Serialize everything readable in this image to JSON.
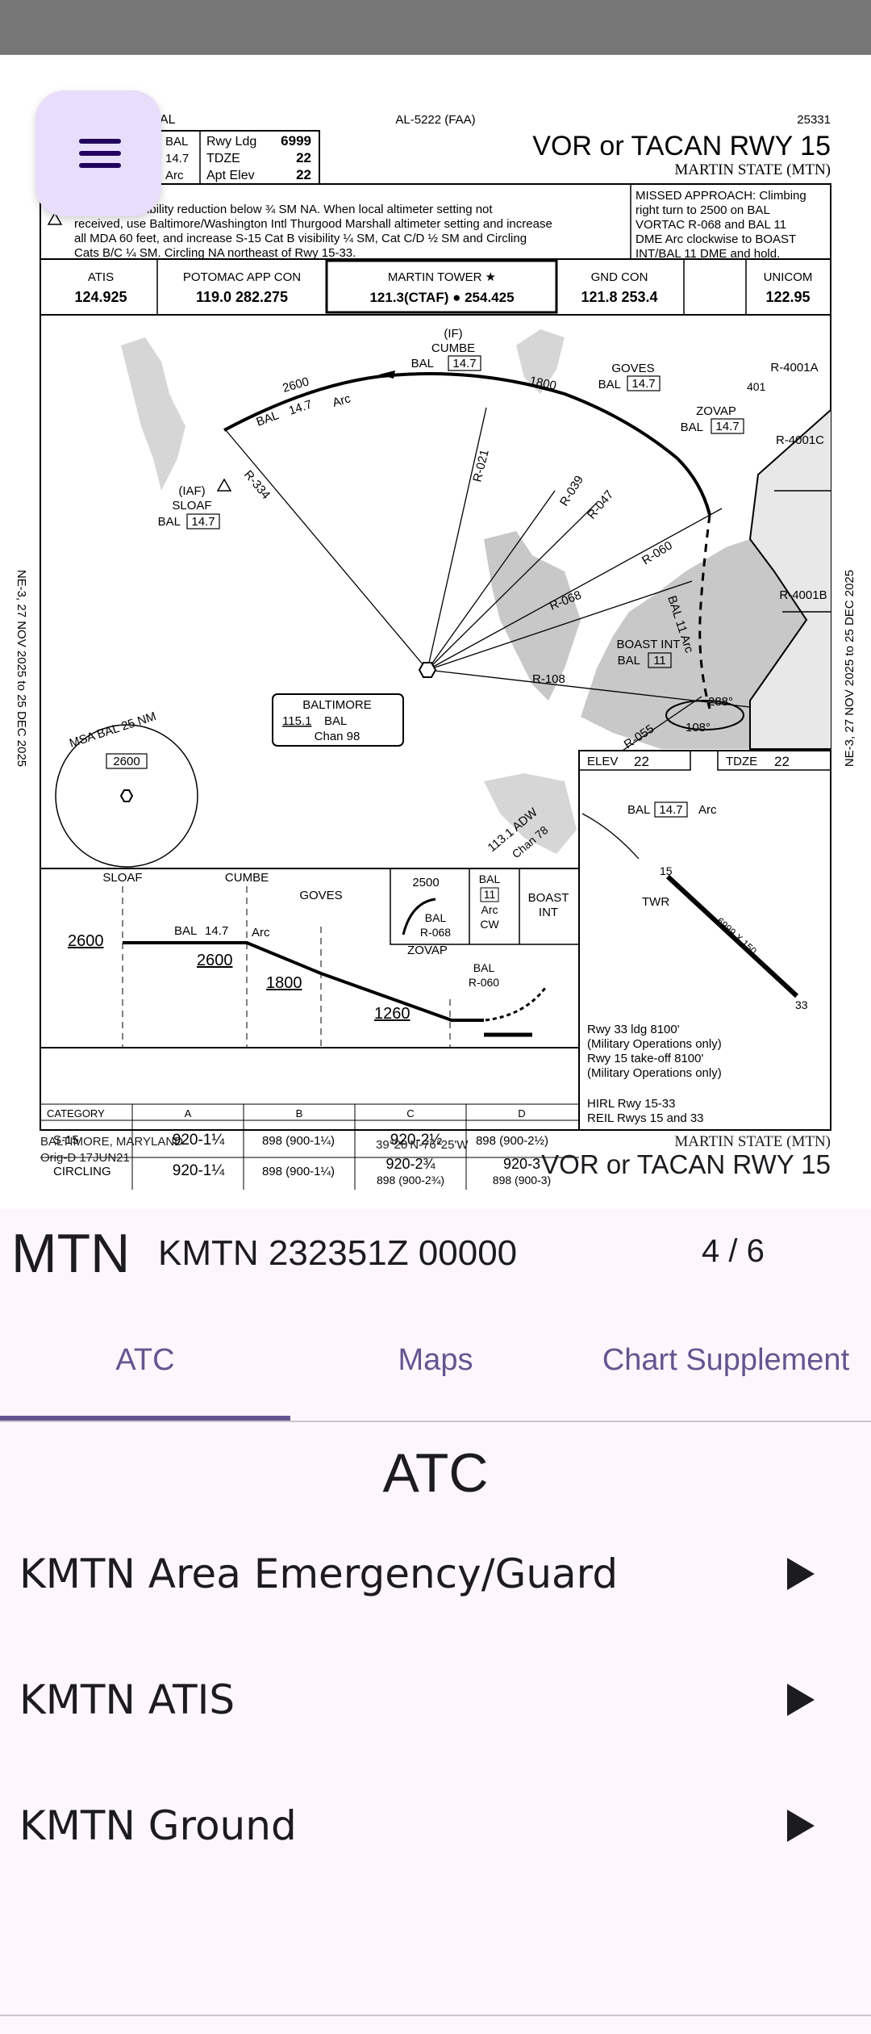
{
  "plate": {
    "city_header": "AL",
    "city_header_full": "BALTIMORE, MARYLAND",
    "chart_number": "AL-5222 (FAA)",
    "procedure_number": "25331",
    "title": "VOR or TACAN RWY 15",
    "airport_name": "MARTIN STATE (MTN)",
    "header_box": {
      "rwy_ldg_label": "Rwy Ldg",
      "rwy_ldg_value": "6999",
      "tdze_label": "TDZE",
      "tdze_value": "22",
      "apt_elev_label": "Apt Elev",
      "apt_elev_value": "22",
      "left_frag_1": "BAL",
      "left_frag_2": "14.7",
      "left_frag_3": "Arc"
    },
    "notes": [
      "Helicopter visibility reduction below ¾ SM NA.  When local altimeter setting not",
      "received, use Baltimore/Washington Intl Thurgood Marshall altimeter setting and increase",
      "all MDA 60 feet, and increase S-15 Cat B visibility ¼ SM, Cat C/D ½ SM and Circling",
      "Cats B/C ¼ SM. Circling NA northeast of Rwy 15-33."
    ],
    "missed_approach": [
      "MISSED APPROACH: Climbing",
      "right turn to 2500 on BAL",
      "VORTAC R-068 and BAL 11",
      "DME Arc clockwise to BOAST",
      "INT/BAL 11 DME and hold."
    ],
    "comms": [
      {
        "name": "ATIS",
        "value": "124.925"
      },
      {
        "name": "POTOMAC APP CON",
        "value": "119.0   282.275"
      },
      {
        "name": "MARTIN TOWER ★",
        "value": "121.3(CTAF) ● 254.425"
      },
      {
        "name": "GND CON",
        "value": "121.8   253.4"
      },
      {
        "name": "UNICOM",
        "value": "122.95"
      }
    ],
    "side_text_left": "NE-3,  27 NOV 2025  to  25 DEC 2025",
    "side_text_right": "NE-3,  27 NOV 2025  to  25 DEC 2025",
    "planview": {
      "if_label": "(IF)",
      "cumbe": "CUMBE",
      "cumbe_bal": "BAL",
      "cumbe_dme": "14.7",
      "goves": "GOVES",
      "goves_bal": "BAL",
      "goves_dme": "14.7",
      "zovap": "ZOVAP",
      "zovap_bal": "BAL",
      "zovap_dme": "14.7",
      "iaf_label": "(IAF)",
      "sloaf": "SLOAF",
      "sloaf_bal": "BAL",
      "sloaf_dme": "14.7",
      "arc_alt_2600": "2600",
      "arc_alt_1800": "1800",
      "arc_label_1": "BAL",
      "arc_dme_1": "14.7",
      "arc_word": "Arc",
      "radials": [
        "R-021",
        "R-039",
        "R-047",
        "R-060",
        "R-068",
        "R-108",
        "R-055",
        "R-334"
      ],
      "restricted": [
        "R-4001A",
        "R-4001C",
        "R-4001B"
      ],
      "obstacle_401": "401",
      "boast": "BOAST INT",
      "boast_bal": "BAL",
      "boast_dme": "11",
      "arc11_label": "BAL 11 Arc",
      "hold_288": "288°",
      "hold_108": "108°",
      "navaid_name": "BALTIMORE",
      "navaid_freq": "115.1",
      "navaid_id": "BAL",
      "navaid_chan": "Chan 98",
      "msa": "MSA BAL 25 NM",
      "msa_alt": "2600",
      "adw_freq": "113.1 ADW",
      "adw_chan": "Chan 78"
    },
    "airport_sketch": {
      "elev_label": "ELEV",
      "elev_value": "22",
      "tdze_label": "TDZE",
      "tdze_value": "22",
      "arc_bal": "BAL",
      "arc_dme": "14.7",
      "arc_word": "Arc",
      "twr": "TWR",
      "rwy_15": "15",
      "rwy_33": "33",
      "rwy_dims": "6999 X 150",
      "ldg_33": "Rwy 33 ldg 8100'",
      "mil_1": "(Military Operations only)",
      "takeoff_15": "Rwy 15 take-off 8100'",
      "mil_2": "(Military Operations only)",
      "hirl": "HIRL Rwy 15-33",
      "reil": "REIL Rwys 15 and 33"
    },
    "profile": {
      "sloaf": "SLOAF",
      "cumbe": "CUMBE",
      "goves": "GOVES",
      "zovap": "ZOVAP",
      "bal": "BAL",
      "dme_147": "14.7",
      "arc": "Arc",
      "alt_2600a": "2600",
      "alt_2600b": "2600",
      "alt_1800": "1800",
      "alt_1260": "1260",
      "missed_2500": "2500",
      "missed_bal": "BAL",
      "missed_r068": "R-068",
      "missed_dme": "11",
      "missed_arc": "Arc",
      "missed_cw": "CW",
      "missed_boast": "BOAST",
      "missed_int": "INT",
      "zovap_bal_r060": "BAL",
      "r060": "R-060"
    },
    "minimums": {
      "headers": [
        "CATEGORY",
        "A",
        "B",
        "C",
        "D"
      ],
      "s15": {
        "label": "S-15",
        "a": "920-1¼",
        "b": "898 (900-1¼)",
        "c": "920-2½",
        "d": "898 (900-2½)"
      },
      "circling": {
        "label": "CIRCLING",
        "a": "920-1¼",
        "b": "898 (900-1¼)",
        "c": "920-2¾",
        "c2": "898 (900-2¾)",
        "d": "920-3",
        "d2": "898 (900-3)"
      }
    },
    "footer_left_1": "BALTIMORE, MARYLAND",
    "footer_left_2": "Orig-D  17JUN21",
    "footer_coords": "39°20'N-76°25'W",
    "footer_airport": "MARTIN STATE (MTN)",
    "footer_title": "VOR or TACAN RWY 15"
  },
  "info_bar": {
    "airport_code": "MTN",
    "metar": "KMTN 232351Z 00000",
    "page_counter": "4 /  6"
  },
  "tabs": [
    {
      "label": "ATC",
      "selected": true
    },
    {
      "label": "Maps",
      "selected": false
    },
    {
      "label": "Chart Supplement",
      "selected": false
    }
  ],
  "section_title": "ATC",
  "frequencies": [
    {
      "label": "KMTN Area Emergency/Guard"
    },
    {
      "label": "KMTN ATIS"
    },
    {
      "label": "KMTN Ground"
    }
  ],
  "colors": {
    "accent": "#65558f",
    "fab_bg": "#e8ddfb",
    "surface": "#fdf7fd"
  },
  "icons": {
    "menu": "hamburger-menu-icon",
    "play": "play-arrow-icon"
  }
}
